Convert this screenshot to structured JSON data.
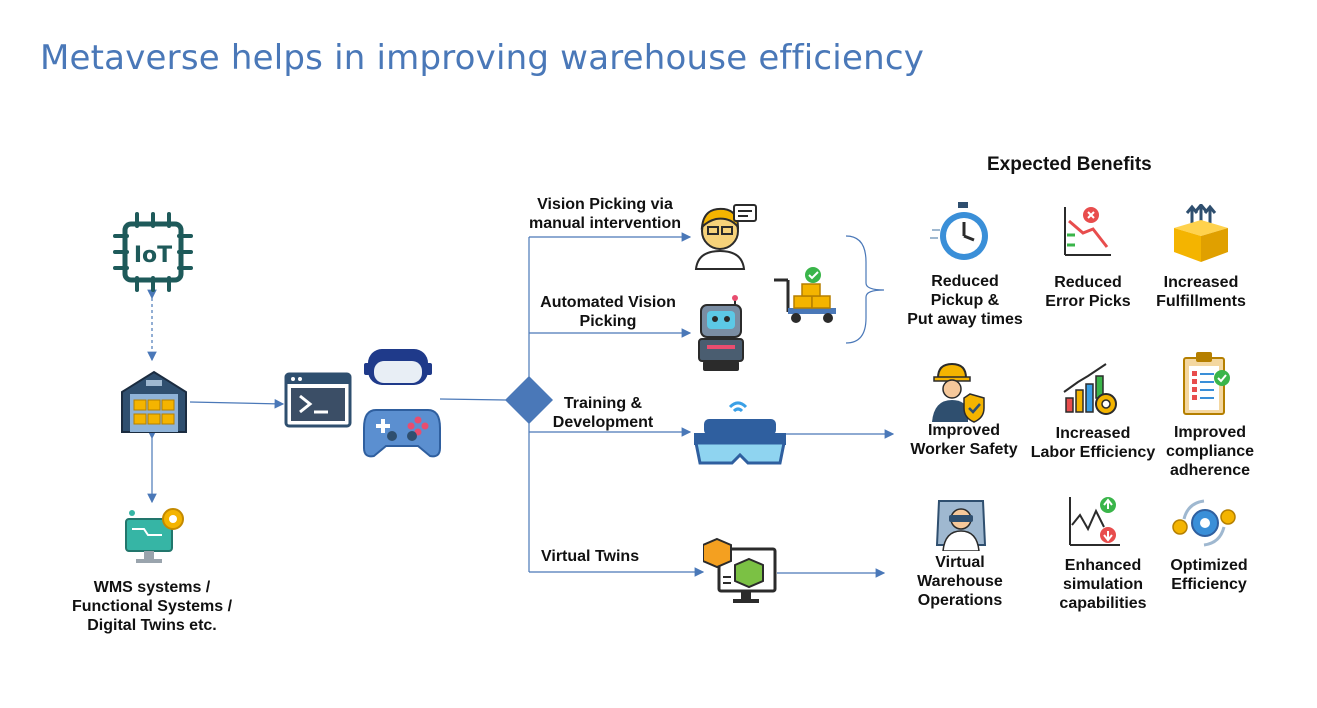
{
  "title": "Metaverse helps in improving warehouse efficiency",
  "left": {
    "iot_label": "IoT",
    "wms_label": "WMS systems /\nFunctional  Systems /\nDigital Twins etc."
  },
  "branches": {
    "vision_manual": "Vision Picking via\nmanual intervention",
    "automated_vision": "Automated Vision\nPicking",
    "training": "Training &\nDevelopment",
    "virtual_twins": "Virtual  Twins"
  },
  "benefits": {
    "heading": "Expected Benefits",
    "reduced_pickup": "Reduced\nPickup &\nPut away times",
    "reduced_errors": "Reduced\nError Picks",
    "increased_fulfillments": "Increased\nFulfillments",
    "worker_safety": "Improved\nWorker Safety",
    "labor_efficiency": "Increased\nLabor Efficiency",
    "compliance": "Improved\ncompliance\nadherence",
    "virtual_ops": "Virtual\nWarehouse\nOperations",
    "simulation": "Enhanced\nsimulation\ncapabilities",
    "optimized": "Optimized\nEfficiency"
  },
  "colors": {
    "title": "#4a78b8",
    "connector": "#4a78b8",
    "diamond": "#4a78b8",
    "iot_teal": "#1e5a5a"
  }
}
